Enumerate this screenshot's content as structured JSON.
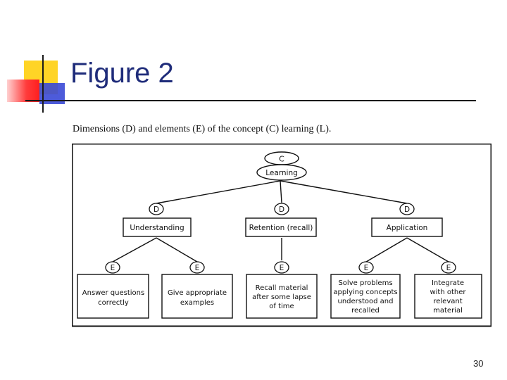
{
  "slide": {
    "title": "Figure 2",
    "caption": "Dimensions (D) and elements (E) of the concept (C) learning (L).",
    "page_number": "30"
  },
  "diagram": {
    "concept": {
      "tag": "C",
      "label": "Learning"
    },
    "dimensions": [
      {
        "tag": "D",
        "label": "Understanding",
        "elements": [
          {
            "tag": "E",
            "label": [
              "Answer questions",
              "correctly"
            ]
          },
          {
            "tag": "E",
            "label": [
              "Give appropriate",
              "examples"
            ]
          }
        ]
      },
      {
        "tag": "D",
        "label": "Retention (recall)",
        "elements": [
          {
            "tag": "E",
            "label": [
              "Recall material",
              "after some lapse",
              "of time"
            ]
          }
        ]
      },
      {
        "tag": "D",
        "label": "Application",
        "elements": [
          {
            "tag": "E",
            "label": [
              "Solve problems",
              "applying concepts",
              "understood and",
              "recalled"
            ]
          },
          {
            "tag": "E",
            "label": [
              "Integrate",
              "with other",
              "relevant",
              "material"
            ]
          }
        ]
      }
    ]
  },
  "decorations": {
    "accent_yellow": "#ffd21a",
    "accent_red": "#ff2a2a",
    "accent_blue": "#3a49d6",
    "title_color": "#1f2c7a"
  }
}
